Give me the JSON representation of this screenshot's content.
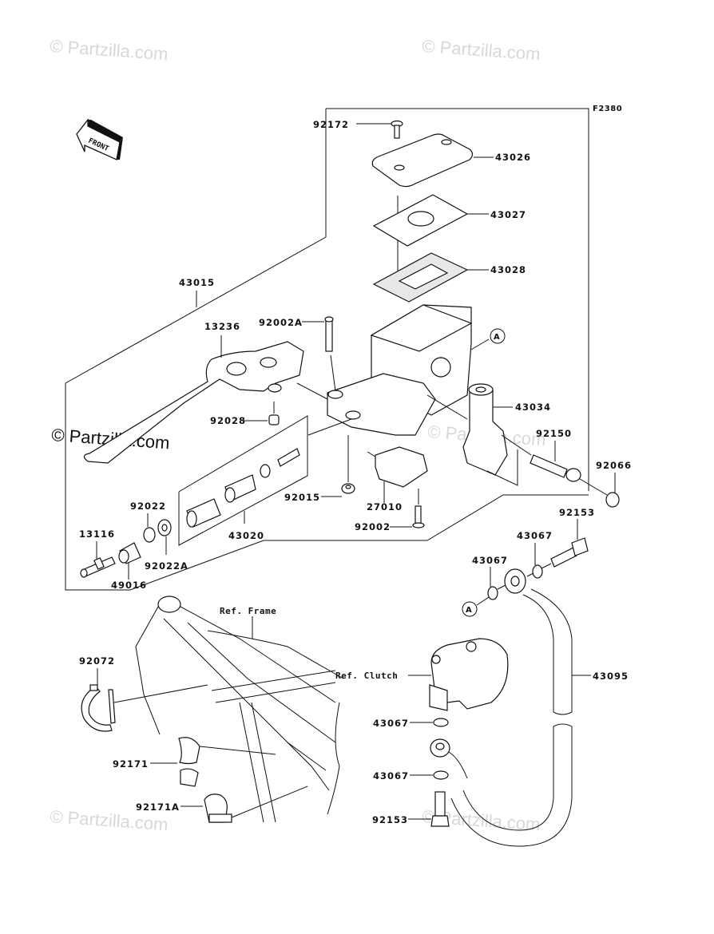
{
  "diagram": {
    "figure_code": "F2380",
    "direction_badge": "FRONT",
    "watermarks": [
      "© Partzilla.com",
      "© Partzilla.com",
      "© Partzilla.com",
      "© Partzilla.com",
      "© Partzilla.com",
      "© Partzilla.com"
    ],
    "callout_marker": "A",
    "parts": {
      "p92172": "92172",
      "p43026": "43026",
      "p43027": "43027",
      "p43028": "43028",
      "p43015": "43015",
      "p13236": "13236",
      "p92002A": "92002A",
      "p92028": "92028",
      "p43034": "43034",
      "p92150": "92150",
      "p92066": "92066",
      "p92015": "92015",
      "p27010": "27010",
      "p92002": "92002",
      "p92022": "92022",
      "p92022A": "92022A",
      "p13116": "13116",
      "p49016": "49016",
      "p43020": "43020",
      "p92153_top": "92153",
      "p43067_a": "43067",
      "p43067_b": "43067",
      "p43095": "43095",
      "p43067_c": "43067",
      "p43067_d": "43067",
      "p92153_bot": "92153",
      "p92072": "92072",
      "p92171": "92171",
      "p92171A": "92171A"
    },
    "references": {
      "frame": "Ref. Frame",
      "clutch": "Ref. Clutch"
    }
  }
}
